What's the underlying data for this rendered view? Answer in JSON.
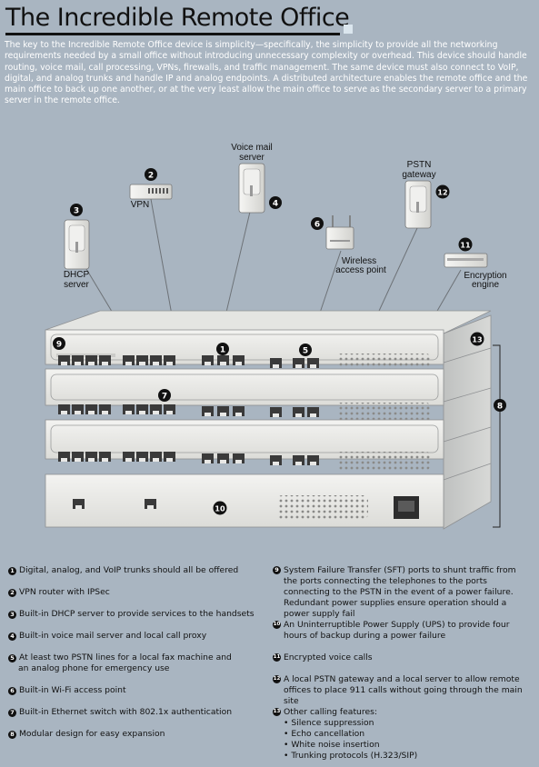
{
  "title": "The Incredible Remote Office",
  "intro": "The key to the Incredible Remote Office device is simplicity—specifically, the simplicity to provide all the networking requirements needed by a small office without introducing unnecessary complexity or overhead. This device should handle routing, voice mail, call processing, VPNs, firewalls, and traffic management. The same device must also connect to VoIP, digital, and analog trunks and handle IP and analog endpoints. A distributed architecture enables the remote office and the main office to back up one another, or at the very least allow the main office to serve as the secondary server to a primary server in the remote office.",
  "diagram": {
    "labels": {
      "voice_mail_1": "Voice mail",
      "voice_mail_2": "server",
      "vpn": "VPN",
      "dhcp_1": "DHCP",
      "dhcp_2": "server",
      "wireless_1": "Wireless",
      "wireless_2": "access point",
      "pstn_1": "PSTN",
      "pstn_2": "gateway",
      "encryption_1": "Encryption",
      "encryption_2": "engine"
    },
    "badges": {
      "b1": "1",
      "b2": "2",
      "b3": "3",
      "b4": "4",
      "b5": "5",
      "b6": "6",
      "b7": "7",
      "b8": "8",
      "b9": "9",
      "b10": "10",
      "b11": "11",
      "b12": "12",
      "b13": "13"
    }
  },
  "legend": {
    "n1": "1",
    "t1": "Digital, analog, and VoIP trunks should all be offered",
    "n2": "2",
    "t2": "VPN router with IPSec",
    "n3": "3",
    "t3": "Built-in DHCP server to provide services to the handsets",
    "n4": "4",
    "t4": "Built-in voice mail server and local call proxy",
    "n5": "5",
    "t5a": "At least two PSTN lines for a local fax machine and",
    "t5b": "an analog phone for emergency use",
    "n6": "6",
    "t6": "Built-in Wi-Fi access point",
    "n7": "7",
    "t7": "Built-in Ethernet switch with 802.1x authentication",
    "n8": "8",
    "t8": "Modular design for easy expansion",
    "n9": "9",
    "t9": "System Failure Transfer (SFT) ports to shunt traffic from the ports connecting the telephones to the ports connecting to the PSTN in the event of a power failure. Redundant power supplies ensure operation should a power supply fail",
    "n10": "10",
    "t10": "An Uninterruptible Power Supply (UPS) to provide four hours of backup during a power failure",
    "n11": "11",
    "t11": "Encrypted voice calls",
    "n12": "12",
    "t12": "A local PSTN gateway and a local server to allow remote offices to place 911 calls without going through the main site",
    "n13": "13",
    "t13": "Other calling features:",
    "features": [
      "Silence suppression",
      "Echo cancellation",
      "White noise insertion",
      "Trunking protocols (H.323/SIP)"
    ]
  }
}
